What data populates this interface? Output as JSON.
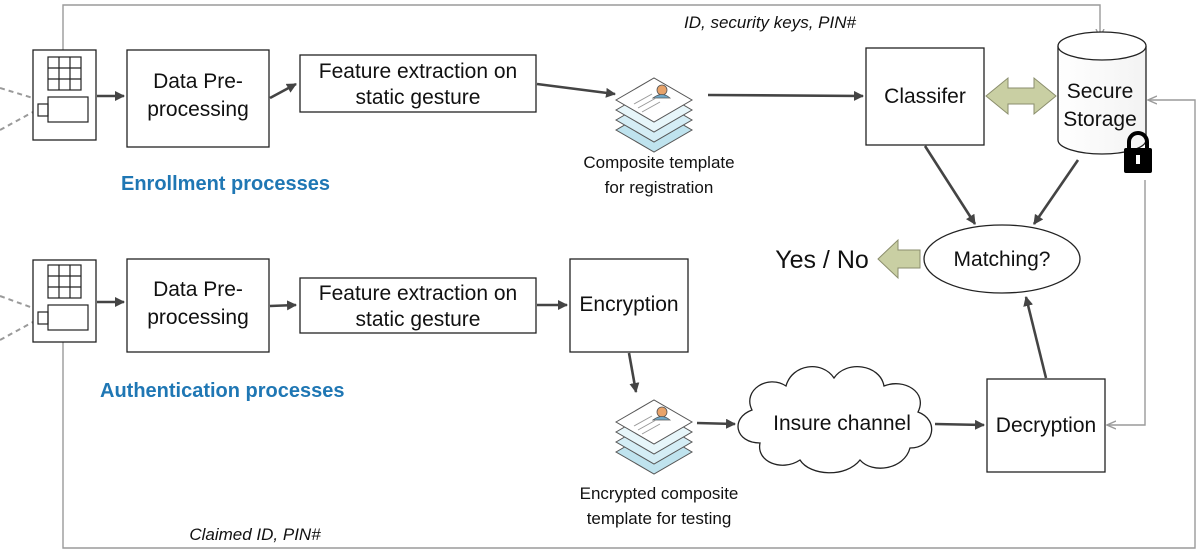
{
  "top_label": "ID, security keys, PIN#",
  "bottom_label": "Claimed ID, PIN#",
  "enrollment": {
    "title": "Enrollment processes",
    "preprocess": [
      "Data Pre-",
      "processing"
    ],
    "feature": [
      "Feature extraction on",
      "static gesture"
    ],
    "template_caption": [
      "Composite template",
      "for registration"
    ],
    "classifier": "Classifer"
  },
  "storage": [
    "Secure",
    "Storage"
  ],
  "matching": "Matching?",
  "yes_no": "Yes / No",
  "authentication": {
    "title": "Authentication processes",
    "preprocess": [
      "Data Pre-",
      "processing"
    ],
    "feature": [
      "Feature extraction on",
      "static gesture"
    ],
    "encryption": "Encryption",
    "template_caption": [
      "Encrypted composite",
      "template for testing"
    ],
    "channel": "Insure channel",
    "decryption": "Decryption"
  },
  "colors": {
    "accent_blue": "#1f77b4",
    "arrow_green": "#c9cfa3",
    "template_blue": "#bfe3ee"
  }
}
